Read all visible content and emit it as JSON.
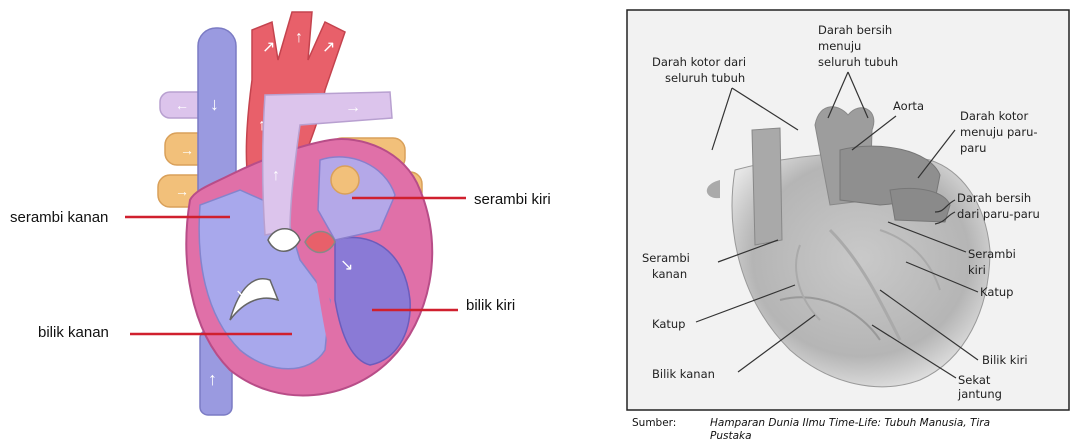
{
  "left_diagram": {
    "labels": {
      "serambi_kanan": "serambi kanan",
      "bilik_kanan": "bilik kanan",
      "serambi_kiri": "serambi kiri",
      "bilik_kiri": "bilik kiri"
    },
    "colors": {
      "leader_line": "#d0202e",
      "deoxygenated": "#9a9ae0",
      "oxygenated": "#e8606a",
      "heart_wall": "#e070a8",
      "vessels_orange": "#f2c07a"
    }
  },
  "right_diagram": {
    "labels": {
      "darah_kotor_seluruh": "Darah kotor dari seluruh tubuh",
      "darah_kotor_seluruh_l1": "Darah kotor dari",
      "darah_kotor_seluruh_l2": "seluruh tubuh",
      "darah_bersih_menuju_l1": "Darah bersih",
      "darah_bersih_menuju_l2": "menuju",
      "darah_bersih_menuju_l3": "seluruh tubuh",
      "aorta": "Aorta",
      "darah_kotor_paru_l1": "Darah kotor",
      "darah_kotor_paru_l2": "menuju paru-",
      "darah_kotor_paru_l3": "paru",
      "darah_bersih_paru_l1": "Darah bersih",
      "darah_bersih_paru_l2": "dari paru-paru",
      "serambi_kanan_l1": "Serambi",
      "serambi_kanan_l2": "kanan",
      "serambi_kiri_l1": "Serambi",
      "serambi_kiri_l2": "kiri",
      "katup_left": "Katup",
      "katup_right": "Katup",
      "bilik_kanan": "Bilik kanan",
      "bilik_kiri": "Bilik kiri",
      "sekat_l1": "Sekat",
      "sekat_l2": "jantung"
    },
    "source": {
      "prefix": "Sumber:",
      "text_l1": "Hamparan Dunia Ilmu Time-Life: Tubuh Manusia, Tira",
      "text_l2": "Pustaka"
    }
  }
}
